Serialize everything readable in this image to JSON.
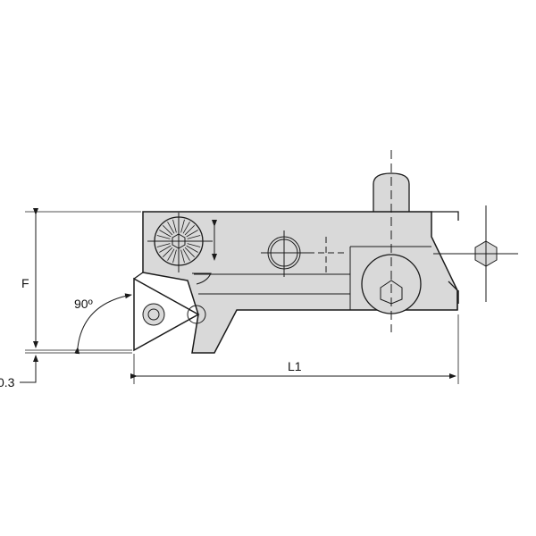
{
  "dimensions": {
    "height_label": "F",
    "angle_label": "90º",
    "offset_label": "0.3",
    "length_label": "L1"
  },
  "colors": {
    "body_fill": "#d9d9d9",
    "line": "#1a1a1a",
    "background": "#ffffff"
  }
}
